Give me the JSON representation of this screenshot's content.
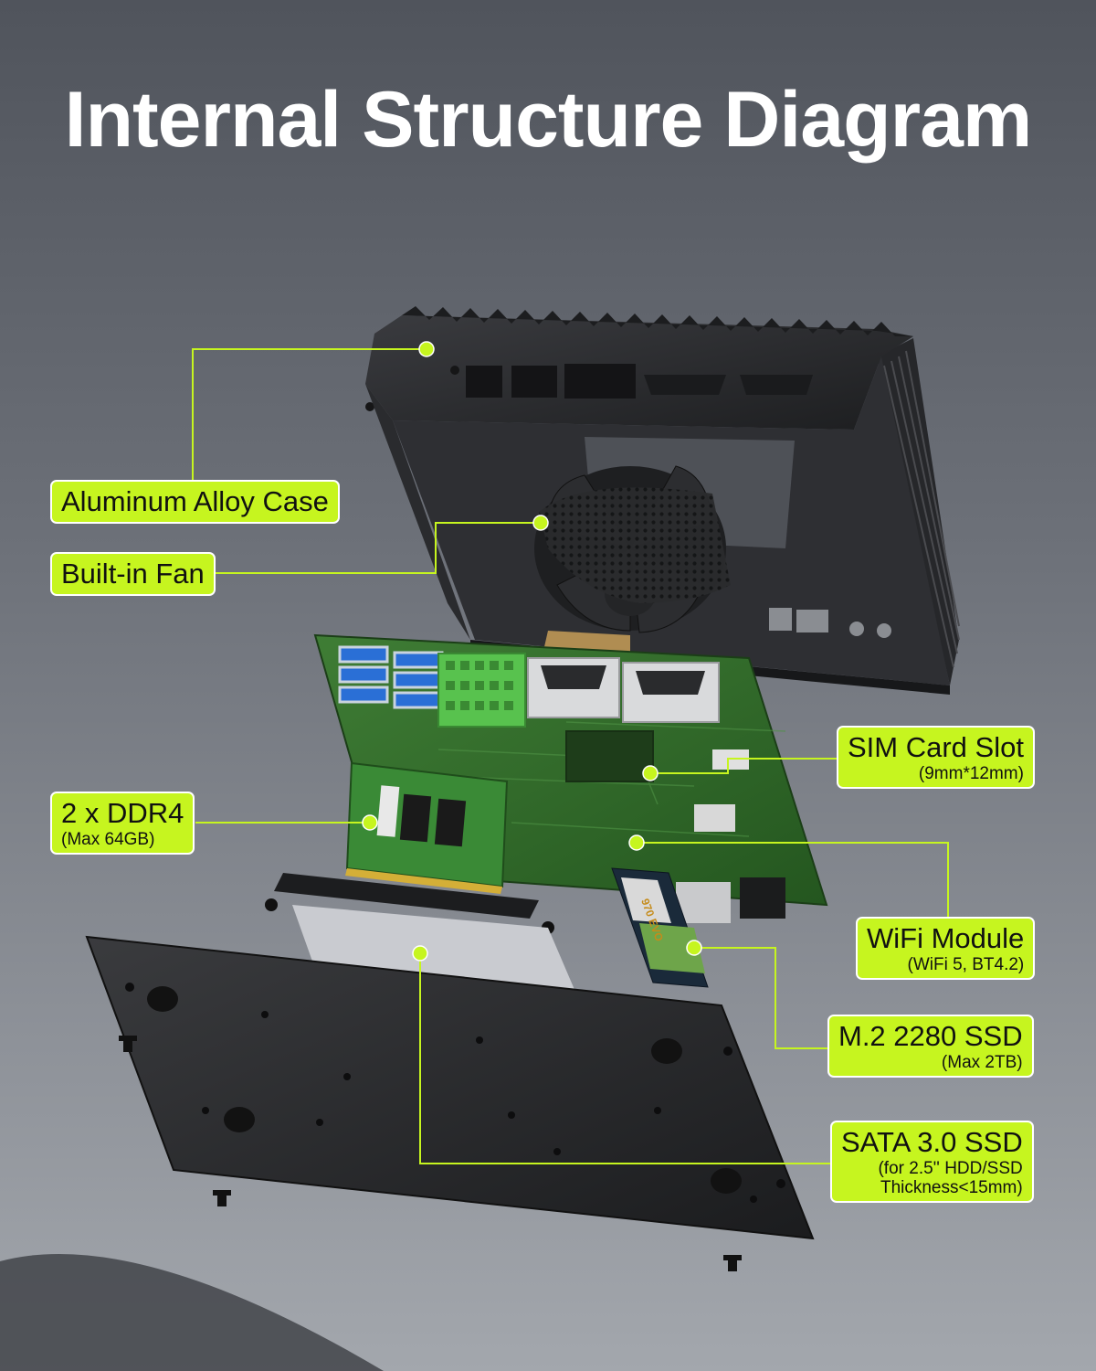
{
  "title": "Internal Structure Diagram",
  "labels": {
    "case": {
      "name": "Aluminum Alloy Case"
    },
    "fan": {
      "name": "Built-in Fan"
    },
    "sim": {
      "name": "SIM Card Slot",
      "detail": "(9mm*12mm)"
    },
    "ddr4": {
      "name": "2 x DDR4",
      "detail": "(Max 64GB)"
    },
    "wifi": {
      "name": "WiFi Module",
      "detail": "(WiFi 5, BT4.2)"
    },
    "m2": {
      "name": "M.2 2280 SSD",
      "detail": "(Max 2TB)"
    },
    "sata": {
      "name": "SATA 3.0 SSD",
      "detail_line1": "(for 2.5'' HDD/SSD",
      "detail_line2": "Thickness<15mm)"
    }
  },
  "ssd_print": "970 EVO",
  "colors": {
    "accent": "#c6f51f",
    "board": "#2f6b2a",
    "case": "#2b2c2f",
    "title": "#ffffff"
  }
}
